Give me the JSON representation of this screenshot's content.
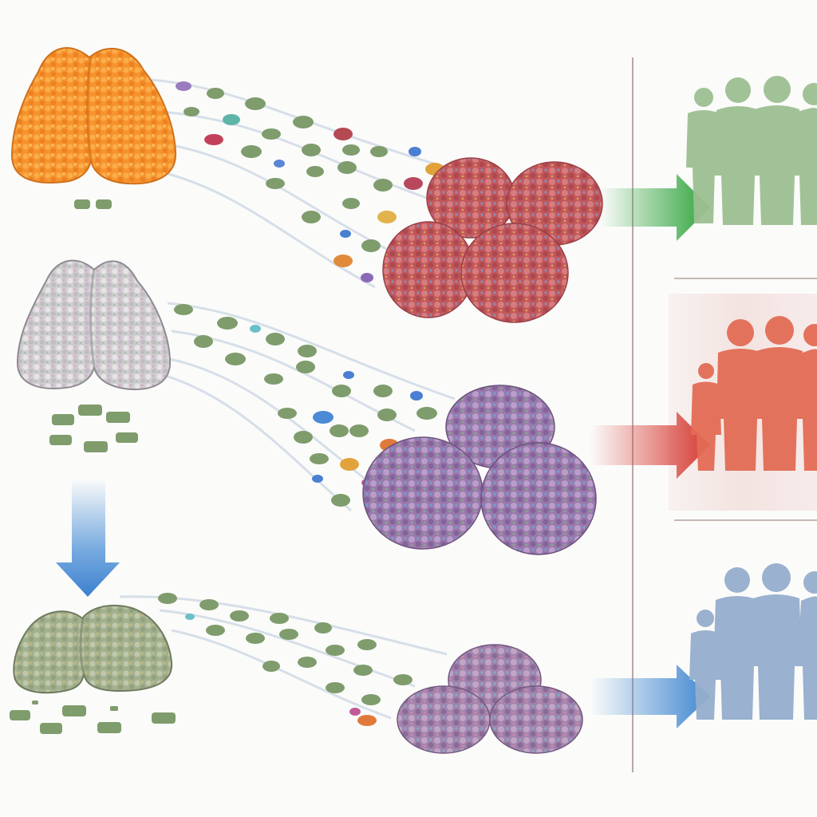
{
  "colors": {
    "background": "#fbfbfa",
    "divider": "#b7a9a3",
    "row1_organ": "#f5902a",
    "row2_organ": "#c9c7c9",
    "row3_organ": "#9fae8a",
    "row1_cells": "#c0595c",
    "row2_cells": "#9a78ad",
    "row3_cells": "#a583ad",
    "granule": "#7f9c6c",
    "stream": "#d9e3ea",
    "down_arrow": "#4b8fd6",
    "arrow_green": "#2ea33a",
    "arrow_red": "#d63a33",
    "arrow_blue": "#3e86d1",
    "people_green": "#9dc092",
    "people_red": "#e36c55",
    "people_blue": "#95aecd",
    "red_panel": "#f6ecea"
  },
  "rows": [
    {
      "id": "row-1",
      "organ": "gland-healthy",
      "cells": "cell-cluster-red",
      "arrow": "arrow-green",
      "group": "people-green"
    },
    {
      "id": "row-2",
      "organ": "gland-faded",
      "cells": "cell-cluster-purple",
      "arrow": "arrow-red",
      "group": "people-red"
    },
    {
      "id": "row-3",
      "organ": "gland-green",
      "cells": "cell-cluster-violet",
      "arrow": "arrow-blue",
      "group": "people-blue"
    }
  ],
  "icons": [
    "gland-icon",
    "cell-cluster-icon",
    "arrow-right-icon",
    "arrow-down-icon",
    "people-group-icon"
  ]
}
